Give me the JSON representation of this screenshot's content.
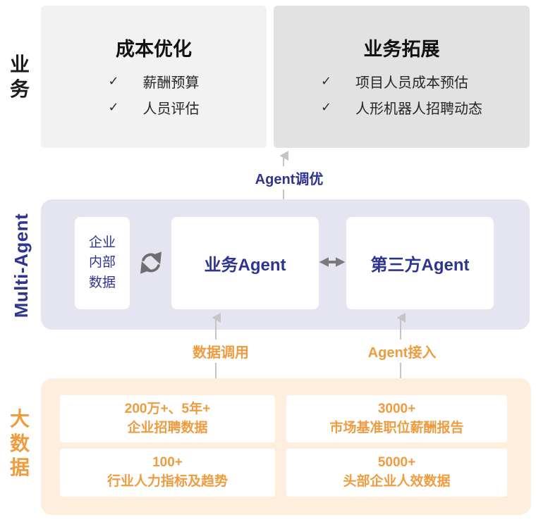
{
  "labels": {
    "business_row": "业务",
    "multi_agent_row": "Multi-Agent",
    "big_data_row": "大数据"
  },
  "check_glyph": "✓",
  "top": {
    "cost_box": {
      "title": "成本优化",
      "items": [
        "薪酬预算",
        "人员评估"
      ]
    },
    "expand_box": {
      "title": "业务拓展",
      "items": [
        "项目人员成本预估",
        "人形机器人招聘动态"
      ]
    }
  },
  "middle": {
    "internal_data_box": "企业内部数据",
    "business_agent_box": "业务Agent",
    "third_party_agent_box": "第三方Agent"
  },
  "connectors": {
    "agent_tuning": "Agent调优",
    "data_call": "数据调用",
    "agent_access": "Agent接入"
  },
  "bottom": {
    "boxes": [
      {
        "value": "200万+、5年+",
        "desc": "企业招聘数据"
      },
      {
        "value": "3000+",
        "desc": "市场基准职位薪酬报告"
      },
      {
        "value": "100+",
        "desc": "行业人力指标及趋势"
      },
      {
        "value": "5000+",
        "desc": "头部企业人效数据"
      }
    ]
  },
  "colors": {
    "navy": "#2d3590",
    "orange": "#ee9c3f",
    "top_left_box_bg": "#f2f2f2",
    "top_right_box_bg": "#e2e2e2",
    "middle_band_bg": "#e5e5f2",
    "bottom_band_bg": "#fdeedd",
    "connector_gray": "#c5c5c5",
    "icon_gray": "#6e6e6e"
  }
}
